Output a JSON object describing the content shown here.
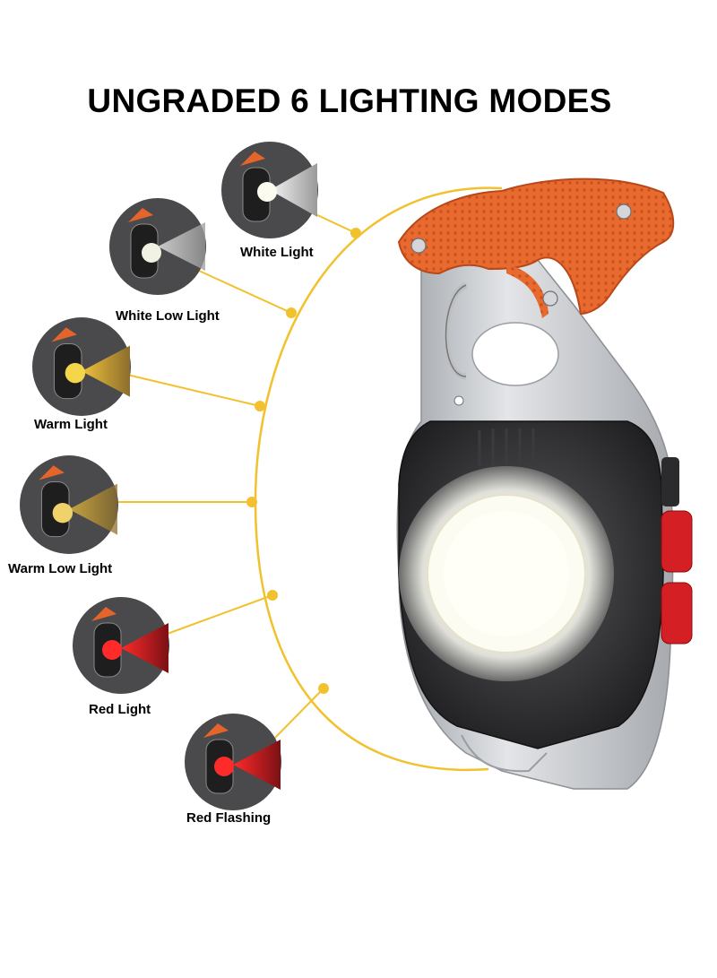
{
  "title": "UNGRADED 6 LIGHTING MODES",
  "colors": {
    "connector": "#f2c12e",
    "accent_orange": "#e5642a",
    "body_metal": "#bfc2c6",
    "housing": "#2b2b2d",
    "white_light": "#f7f7ef",
    "warm_light": "#e2b43b",
    "red_light": "#d9151b"
  },
  "modes": [
    {
      "label": "White Light",
      "beam": "white",
      "icon": "flashlight-white-icon"
    },
    {
      "label": "White Low Light",
      "beam": "white-low",
      "icon": "flashlight-white-low-icon"
    },
    {
      "label": "Warm Light",
      "beam": "warm",
      "icon": "flashlight-warm-icon"
    },
    {
      "label": "Warm Low Light",
      "beam": "warm-low",
      "icon": "flashlight-warm-low-icon"
    },
    {
      "label": "Red Light",
      "beam": "red",
      "icon": "flashlight-red-icon"
    },
    {
      "label": "Red Flashing",
      "beam": "red-flash",
      "icon": "flashlight-red-flashing-icon"
    }
  ]
}
